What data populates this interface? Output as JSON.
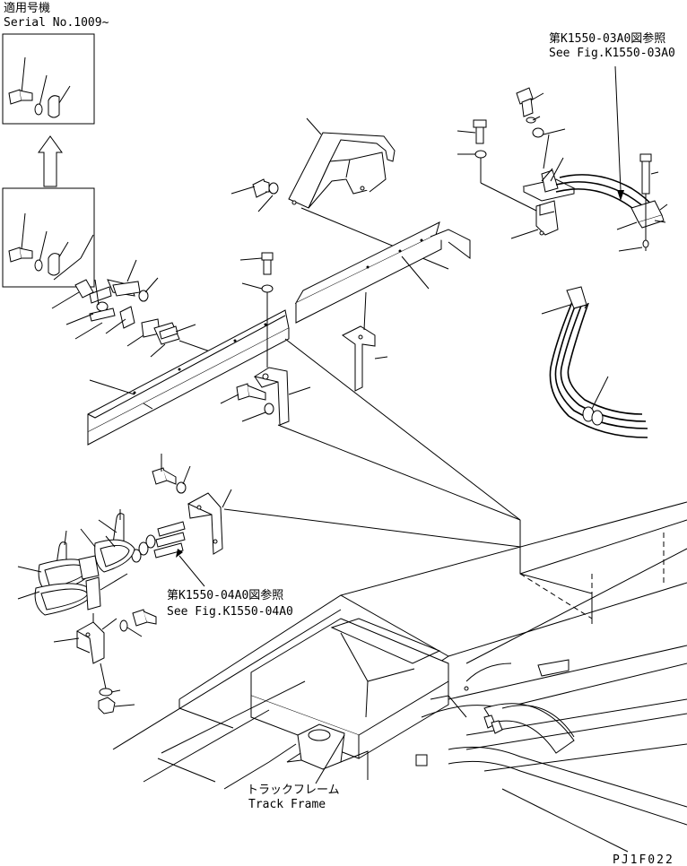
{
  "header": {
    "applicable_jp": "適用号機",
    "serial": "Serial No.1009~"
  },
  "refs": {
    "ref1_jp": "第K1550-03A0図参照",
    "ref1_en": "See Fig.K1550-03A0",
    "ref2_jp": "第K1550-04A0図参照",
    "ref2_en": "See Fig.K1550-04A0"
  },
  "track_frame": {
    "jp": "トラックフレーム",
    "en": "Track Frame"
  },
  "figure_code": "PJ1F022"
}
